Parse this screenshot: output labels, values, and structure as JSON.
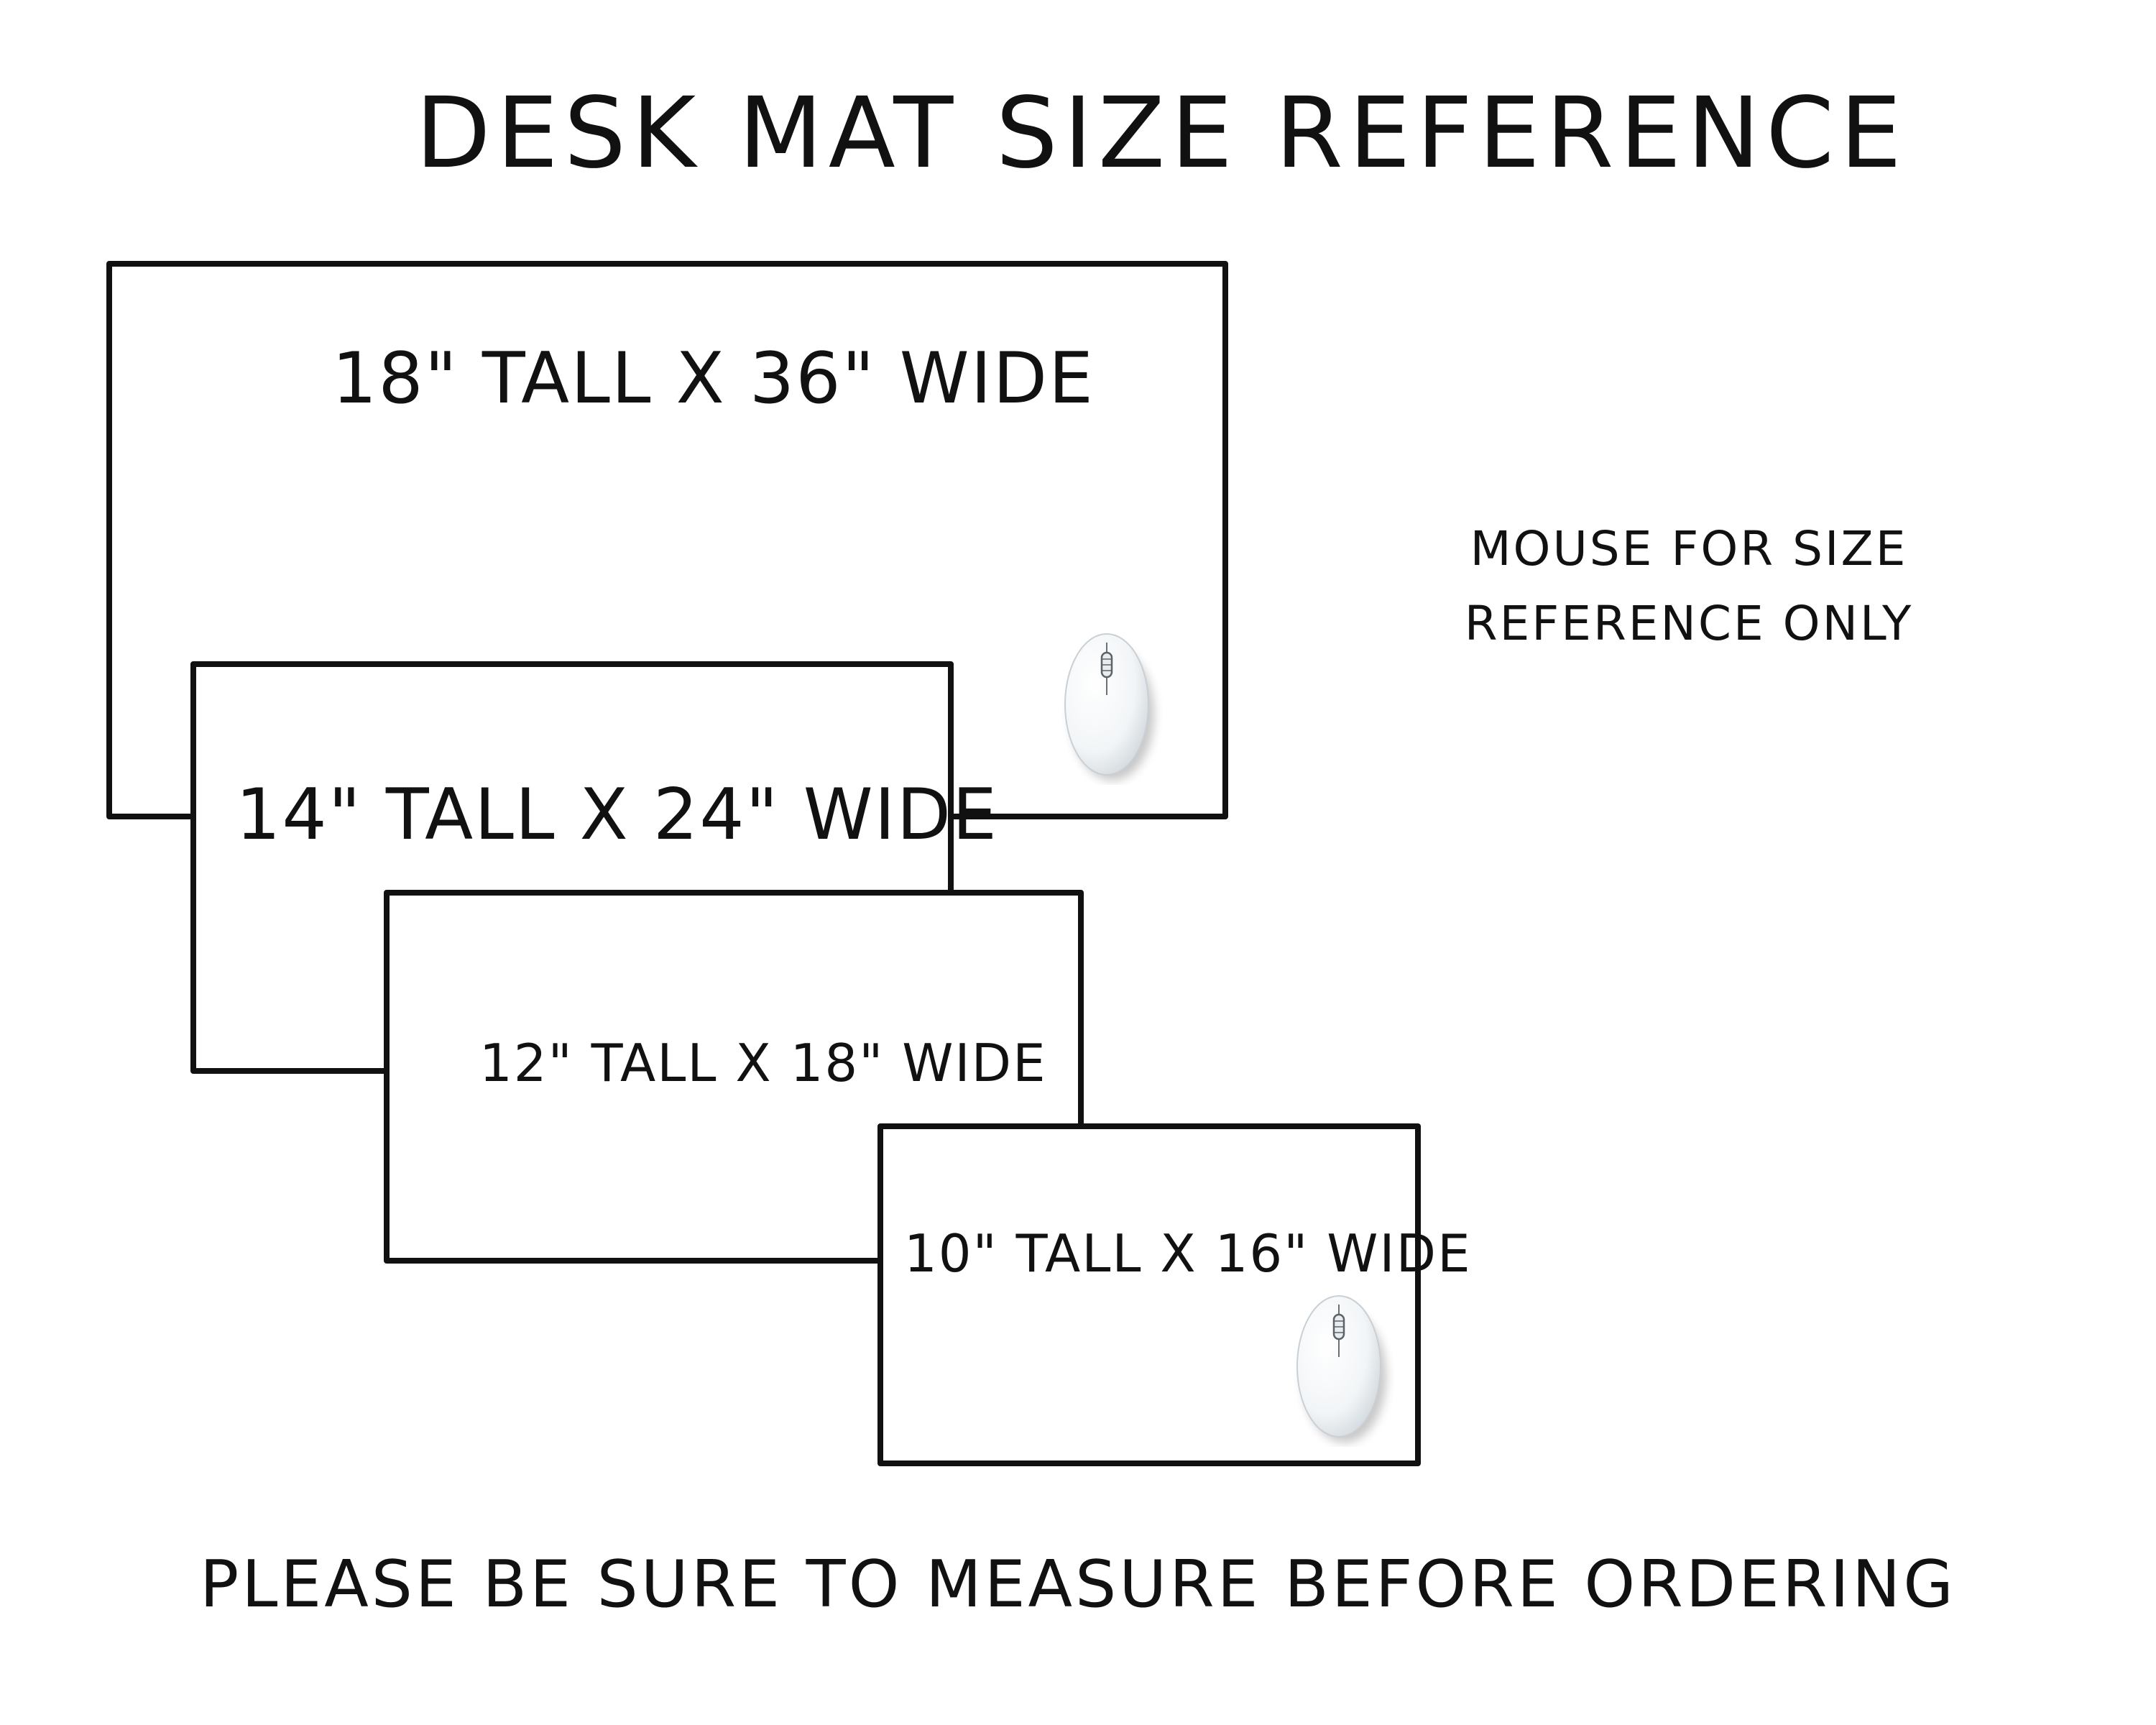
{
  "title": "DESK MAT SIZE REFERENCE",
  "mats": [
    {
      "label": "18\" TALL X 36\" WIDE",
      "height_in": 18,
      "width_in": 36
    },
    {
      "label": "14\" TALL X 24\" WIDE",
      "height_in": 14,
      "width_in": 24
    },
    {
      "label": "12\" TALL X 18\" WIDE",
      "height_in": 12,
      "width_in": 18
    },
    {
      "label": "10\" TALL X 16\" WIDE",
      "height_in": 10,
      "width_in": 16
    }
  ],
  "note": {
    "line1": "MOUSE FOR SIZE",
    "line2": "REFERENCE ONLY"
  },
  "footer": "PLEASE BE SURE TO MEASURE BEFORE ORDERING",
  "icons": {
    "mouse": "computer-mouse-icon"
  }
}
